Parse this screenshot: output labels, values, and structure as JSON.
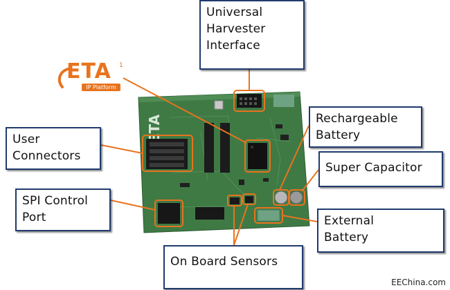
{
  "labels": {
    "universal_harvester": "Universal\nHarvester\nInterface",
    "rechargeable_battery": "Rechargeable\nBattery",
    "super_capacitor": "Super Capacitor",
    "user_connectors": "User\nConnectors",
    "spi_control_port": "SPI Control\nPort",
    "external_battery": "External\nBattery",
    "on_board_sensors": "On Board Sensors"
  },
  "logo": {
    "name": "ETA",
    "superscript": "1",
    "tagline": "IP Platform"
  },
  "board_marks": {
    "silk_logo": "ETA"
  },
  "credit": "EEChina.com",
  "colors": {
    "callout_border": "#1f3a6d",
    "leader_line": "#e8731e",
    "board_green": "#3f7a45",
    "logo_orange": "#e8731e"
  }
}
